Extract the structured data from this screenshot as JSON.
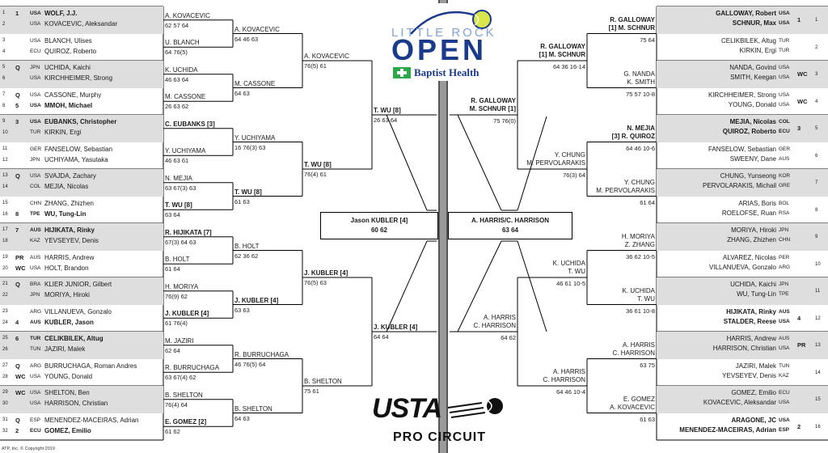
{
  "footer_copyright": "ATP, Inc. © Copyright 2019",
  "logo": {
    "line1": "LITTLE ROCK",
    "line2": "OPEN",
    "sponsor": "Baptist Health",
    "usta": "USTA",
    "pro": "PRO CIRCUIT"
  },
  "colors": {
    "shade": "#dedede",
    "line": "#000000",
    "logo_blue": "#1a3a8c",
    "sponsor_green": "#2aa84a"
  },
  "left": {
    "entries": [
      {
        "n1": "1",
        "n2": "2",
        "seed": "1",
        "cc1": "USA",
        "p1": "WOLF, J.J.",
        "b1": true,
        "cc2": "USA",
        "p2": "KOVACEVIC, Aleksandar",
        "b2": false,
        "shade": true
      },
      {
        "n1": "3",
        "n2": "4",
        "seed": "",
        "cc1": "USA",
        "p1": "BLANCH, Ulises",
        "b1": false,
        "cc2": "ECU",
        "p2": "QUIROZ, Roberto",
        "b2": false,
        "shade": false
      },
      {
        "n1": "5",
        "n2": "6",
        "seed": "Q",
        "cc1": "JPN",
        "p1": "UCHIDA, Kaichi",
        "b1": false,
        "cc2": "USA",
        "p2": "KIRCHHEIMER, Strong",
        "b2": false,
        "shade": true
      },
      {
        "n1": "7",
        "n2": "8",
        "seed": "Q\n5",
        "cc1": "USA",
        "p1": "CASSONE, Murphy",
        "b1": false,
        "cc2": "USA",
        "p2": "MMOH, Michael",
        "b2": true,
        "shade": false
      },
      {
        "n1": "9",
        "n2": "10",
        "seed": "3",
        "cc1": "USA",
        "p1": "EUBANKS, Christopher",
        "b1": true,
        "cc2": "TUR",
        "p2": "KIRKIN, Ergi",
        "b2": false,
        "shade": true
      },
      {
        "n1": "11",
        "n2": "12",
        "seed": "",
        "cc1": "GER",
        "p1": "FANSELOW, Sebastian",
        "b1": false,
        "cc2": "JPN",
        "p2": "UCHIYAMA, Yasutaka",
        "b2": false,
        "shade": false
      },
      {
        "n1": "13",
        "n2": "14",
        "seed": "Q",
        "cc1": "USA",
        "p1": "SVAJDA, Zachary",
        "b1": false,
        "cc2": "COL",
        "p2": "MEJIA, Nicolas",
        "b2": false,
        "shade": true
      },
      {
        "n1": "15",
        "n2": "16",
        "seed": "\n8",
        "cc1": "CHN",
        "p1": "ZHANG, Zhizhen",
        "b1": false,
        "cc2": "TPE",
        "p2": "WU, Tung-Lin",
        "b2": true,
        "shade": false
      },
      {
        "n1": "17",
        "n2": "18",
        "seed": "7",
        "cc1": "AUS",
        "p1": "HIJIKATA, Rinky",
        "b1": true,
        "cc2": "KAZ",
        "p2": "YEVSEYEV, Denis",
        "b2": false,
        "shade": true
      },
      {
        "n1": "19",
        "n2": "20",
        "seed": "PR\nWC",
        "cc1": "AUS",
        "p1": "HARRIS, Andrew",
        "b1": false,
        "cc2": "USA",
        "p2": "HOLT, Brandon",
        "b2": false,
        "shade": false
      },
      {
        "n1": "21",
        "n2": "22",
        "seed": "Q",
        "cc1": "BRA",
        "p1": "KLIER JUNIOR, Gilbert",
        "b1": false,
        "cc2": "JPN",
        "p2": "MORIYA, Hiroki",
        "b2": false,
        "shade": true
      },
      {
        "n1": "23",
        "n2": "24",
        "seed": "\n4",
        "cc1": "ARG",
        "p1": "VILLANUEVA, Gonzalo",
        "b1": false,
        "cc2": "AUS",
        "p2": "KUBLER, Jason",
        "b2": true,
        "shade": false
      },
      {
        "n1": "25",
        "n2": "26",
        "seed": "6",
        "cc1": "TUR",
        "p1": "CELIKBILEK, Altug",
        "b1": true,
        "cc2": "TUN",
        "p2": "JAZIRI, Malek",
        "b2": false,
        "shade": true
      },
      {
        "n1": "27",
        "n2": "28",
        "seed": "Q\nWC",
        "cc1": "ARG",
        "p1": "BURRUCHAGA, Roman Andres",
        "b1": false,
        "cc2": "USA",
        "p2": "YOUNG, Donald",
        "b2": false,
        "shade": false
      },
      {
        "n1": "29",
        "n2": "30",
        "seed": "WC",
        "cc1": "USA",
        "p1": "SHELTON, Ben",
        "b1": false,
        "cc2": "USA",
        "p2": "HARRISON, Christian",
        "b2": false,
        "shade": true
      },
      {
        "n1": "31",
        "n2": "32",
        "seed": "Q\n2",
        "cc1": "ESP",
        "p1": "MENENDEZ-MACEIRAS, Adrian",
        "b1": false,
        "cc2": "ECU",
        "p2": "GOMEZ, Emilio",
        "b2": true,
        "shade": false
      }
    ],
    "r2": [
      {
        "w": "A. KOVACEVIC",
        "s": "62 57 64",
        "b": false
      },
      {
        "w": "U. BLANCH",
        "s": "64 76(5)",
        "b": false
      },
      {
        "w": "K. UCHIDA",
        "s": "46 63 64",
        "b": false
      },
      {
        "w": "M. CASSONE",
        "s": "26 63 62",
        "b": false
      },
      {
        "w": "C. EUBANKS [3]",
        "s": "",
        "b": true
      },
      {
        "w": "Y. UCHIYAMA",
        "s": "46 63 61",
        "b": false
      },
      {
        "w": "N. MEJIA",
        "s": "63 67(3) 63",
        "b": false
      },
      {
        "w": "T. WU [8]",
        "s": "63 64",
        "b": true
      },
      {
        "w": "R. HIJIKATA [7]",
        "s": "67(3) 64 63",
        "b": true
      },
      {
        "w": "B. HOLT",
        "s": "61 64",
        "b": false
      },
      {
        "w": "H. MORIYA",
        "s": "76(9) 62",
        "b": false
      },
      {
        "w": "J. KUBLER [4]",
        "s": "61 76(4)",
        "b": true
      },
      {
        "w": "M. JAZIRI",
        "s": "62 64",
        "b": false
      },
      {
        "w": "R. BURRUCHAGA",
        "s": "63 67(4) 62",
        "b": false
      },
      {
        "w": "B. SHELTON",
        "s": "76(4) 64",
        "b": false
      },
      {
        "w": "E. GOMEZ [2]",
        "s": "61 62",
        "b": true
      }
    ],
    "r3": [
      {
        "w": "A. KOVACEVIC",
        "s": "64 46 63",
        "b": false
      },
      {
        "w": "M. CASSONE",
        "s": "64 63",
        "b": false
      },
      {
        "w": "Y. UCHIYAMA",
        "s": "16 76(3) 63",
        "b": false
      },
      {
        "w": "T. WU [8]",
        "s": "61 63",
        "b": true
      },
      {
        "w": "B. HOLT",
        "s": "62 36 62",
        "b": false
      },
      {
        "w": "J. KUBLER [4]",
        "s": "63 63",
        "b": true
      },
      {
        "w": "R. BURRUCHAGA",
        "s": "46 76(5) 64",
        "b": false
      },
      {
        "w": "B. SHELTON",
        "s": "64 63",
        "b": false
      }
    ],
    "qf": [
      {
        "w": "A. KOVACEVIC",
        "s": "76(5) 61",
        "b": false
      },
      {
        "w": "T. WU [8]",
        "s": "76(4) 61",
        "b": true
      },
      {
        "w": "J. KUBLER [4]",
        "s": "76(5) 63",
        "b": true
      },
      {
        "w": "B. SHELTON",
        "s": "75 61",
        "b": false
      }
    ],
    "sf": [
      {
        "w": "T. WU [8]",
        "s": "26 63 64",
        "b": true
      },
      {
        "w": "J. KUBLER [4]",
        "s": "64 64",
        "b": true
      }
    ],
    "final": {
      "w": "Jason KUBLER [4]",
      "s": "60 62"
    }
  },
  "right": {
    "entries": [
      {
        "n": "1",
        "seed": "1",
        "n1": "GALLOWAY, Robert",
        "c1": "USA",
        "n2": "SCHNUR, Max",
        "c2": "USA",
        "bold": true,
        "shade": true
      },
      {
        "n": "2",
        "seed": "",
        "n1": "CELIKBILEK, Altug",
        "c1": "TUR",
        "n2": "KIRKIN, Ergi",
        "c2": "TUR",
        "bold": false,
        "shade": false
      },
      {
        "n": "3",
        "seed": "WC",
        "n1": "NANDA, Govind",
        "c1": "USA",
        "n2": "SMITH, Keegan",
        "c2": "USA",
        "bold": false,
        "shade": true
      },
      {
        "n": "4",
        "seed": "WC",
        "n1": "KIRCHHEIMER, Strong",
        "c1": "USA",
        "n2": "YOUNG, Donald",
        "c2": "USA",
        "bold": false,
        "shade": false
      },
      {
        "n": "5",
        "seed": "3",
        "n1": "MEJIA, Nicolas",
        "c1": "COL",
        "n2": "QUIROZ, Roberto",
        "c2": "ECU",
        "bold": true,
        "shade": true
      },
      {
        "n": "6",
        "seed": "",
        "n1": "FANSELOW, Sebastian",
        "c1": "GER",
        "n2": "SWEENY, Dane",
        "c2": "AUS",
        "bold": false,
        "shade": false
      },
      {
        "n": "7",
        "seed": "",
        "n1": "CHUNG, Yunseong",
        "c1": "KOR",
        "n2": "PERVOLARAKIS, Michail",
        "c2": "GRE",
        "bold": false,
        "shade": true
      },
      {
        "n": "8",
        "seed": "",
        "n1": "ARIAS, Boris",
        "c1": "BOL",
        "n2": "ROELOFSE, Ruan",
        "c2": "RSA",
        "bold": false,
        "shade": false
      },
      {
        "n": "9",
        "seed": "",
        "n1": "MORIYA, Hiroki",
        "c1": "JPN",
        "n2": "ZHANG, Zhizhen",
        "c2": "CHN",
        "bold": false,
        "shade": true
      },
      {
        "n": "10",
        "seed": "",
        "n1": "ALVAREZ, Nicolas",
        "c1": "PER",
        "n2": "VILLANUEVA, Gonzalo",
        "c2": "ARG",
        "bold": false,
        "shade": false
      },
      {
        "n": "11",
        "seed": "",
        "n1": "UCHIDA, Kaichi",
        "c1": "JPN",
        "n2": "WU, Tung-Lin",
        "c2": "TPE",
        "bold": false,
        "shade": true
      },
      {
        "n": "12",
        "seed": "4",
        "n1": "HIJIKATA, Rinky",
        "c1": "AUS",
        "n2": "STALDER, Reese",
        "c2": "USA",
        "bold": true,
        "shade": false
      },
      {
        "n": "13",
        "seed": "PR",
        "n1": "HARRIS, Andrew",
        "c1": "AUS",
        "n2": "HARRISON, Christian",
        "c2": "USA",
        "bold": false,
        "shade": true
      },
      {
        "n": "14",
        "seed": "",
        "n1": "JAZIRI, Malek",
        "c1": "TUN",
        "n2": "YEVSEYEV, Denis",
        "c2": "KAZ",
        "bold": false,
        "shade": false
      },
      {
        "n": "15",
        "seed": "",
        "n1": "GOMEZ, Emilio",
        "c1": "ECU",
        "n2": "KOVACEVIC, Aleksandar",
        "c2": "USA",
        "bold": false,
        "shade": true
      },
      {
        "n": "16",
        "seed": "2",
        "n1": "ARAGONE, JC",
        "c1": "USA",
        "n2": "MENENDEZ-MACEIRAS, Adrian",
        "c2": "ESP",
        "bold": true,
        "shade": false
      }
    ],
    "r2": [
      {
        "a": "R. GALLOWAY",
        "b": "[1] M. SCHNUR",
        "s": "75 64",
        "bold": true
      },
      {
        "a": "G. NANDA",
        "b": "K. SMITH",
        "s": "75 57 10-8",
        "bold": false
      },
      {
        "a": "N. MEJIA",
        "b": "[3] R. QUIROZ",
        "s": "64 46 10-6",
        "bold": true
      },
      {
        "a": "Y. CHUNG",
        "b": "M. PERVOLARAKIS",
        "s": "61 64",
        "bold": false
      },
      {
        "a": "H. MORIYA",
        "b": "Z. ZHANG",
        "s": "36 62 10-5",
        "bold": false
      },
      {
        "a": "K. UCHIDA",
        "b": "T. WU",
        "s": "36 61 10-8",
        "bold": false
      },
      {
        "a": "A. HARRIS",
        "b": "C. HARRISON",
        "s": "63 75",
        "bold": false
      },
      {
        "a": "E. GOMEZ",
        "b": "A. KOVACEVIC",
        "s": "61 63",
        "bold": false
      }
    ],
    "qf": [
      {
        "a": "R. GALLOWAY",
        "b": "[1] M. SCHNUR",
        "s": "64 36 16-14",
        "bold": true
      },
      {
        "a": "Y. CHUNG",
        "b": "M. PERVOLARAKIS",
        "s": "76(3) 64",
        "bold": false
      },
      {
        "a": "K. UCHIDA",
        "b": "T. WU",
        "s": "46 61 10-5",
        "bold": false
      },
      {
        "a": "A. HARRIS",
        "b": "C. HARRISON",
        "s": "64 46 10-4",
        "bold": false
      }
    ],
    "sf": [
      {
        "a": "R. GALLOWAY",
        "b": "M. SCHNUR [1]",
        "s": "75 76(0)",
        "bold": true
      },
      {
        "a": "A. HARRIS",
        "b": "C. HARRISON",
        "s": "64 62",
        "bold": false
      }
    ],
    "final": {
      "w": "A. HARRIS/C. HARRISON",
      "s": "63 64"
    }
  }
}
